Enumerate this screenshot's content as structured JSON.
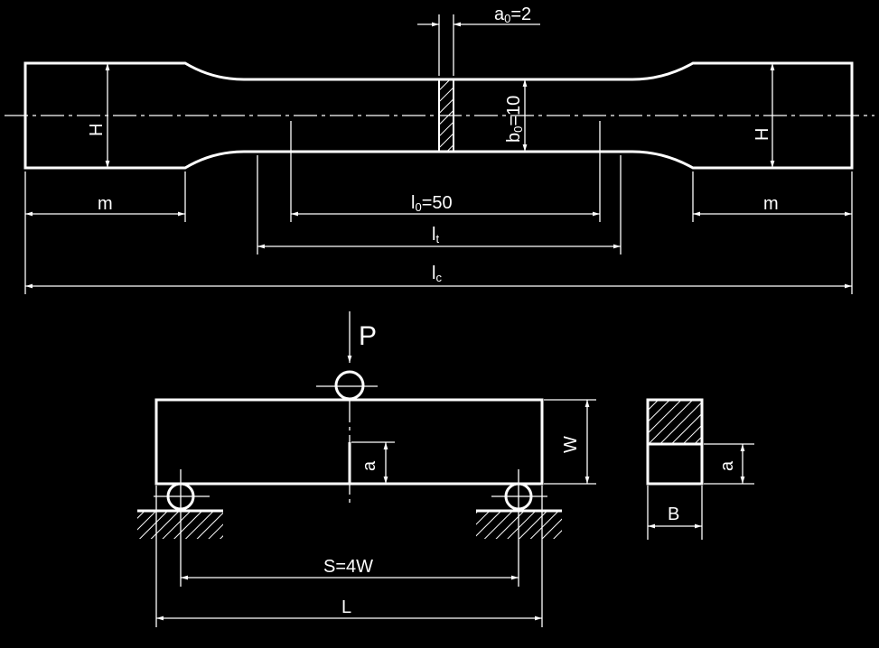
{
  "tensile_specimen": {
    "thickness_label": {
      "main": "a",
      "sub": "0",
      "rest": "=2"
    },
    "width_label": {
      "main": "b",
      "sub": "0",
      "rest": "=10"
    },
    "gauge_length_label": {
      "main": "l",
      "sub": "0",
      "rest": "=50"
    },
    "parallel_length_label": {
      "main": "l",
      "sub": "t"
    },
    "total_length_label": {
      "main": "l",
      "sub": "c"
    },
    "grip_height_label": "H",
    "grip_length_label": "m"
  },
  "bend_specimen": {
    "load_label": "P",
    "crack_depth_label": "a",
    "height_label": "W",
    "span_label": "S=4W",
    "length_label": "L"
  },
  "cross_section": {
    "crack_depth_label": "a",
    "width_label": "B"
  },
  "colors": {
    "background": "#000000",
    "lines": "#ffffff"
  }
}
